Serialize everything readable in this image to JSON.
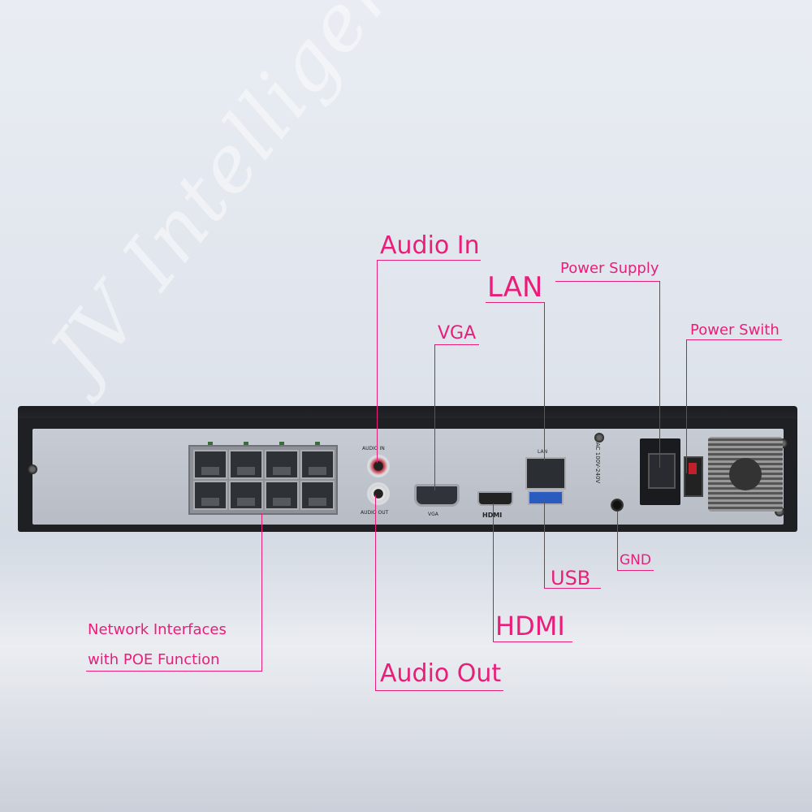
{
  "labels": {
    "audio_in": "Audio In",
    "lan": "LAN",
    "power_supply": "Power Supply",
    "vga": "VGA",
    "power_switch": "Power Swith",
    "gnd": "GND",
    "usb": "USB",
    "hdmi": "HDMI",
    "network_line1": "Network Interfaces",
    "network_line2": "with POE Function",
    "audio_out": "Audio Out"
  },
  "panel_text": {
    "audio_in": "AUDIO IN",
    "audio_out": "AUDIO OUT",
    "vga": "VGA",
    "hdmi": "HDMI",
    "lan": "LAN",
    "ac": "AC 100V-240V"
  },
  "watermark": "JV Intelligent Security Store",
  "colors": {
    "callout": "#e91e7a",
    "device_shell": "#1f2024",
    "panel": "#c7ccd4"
  }
}
